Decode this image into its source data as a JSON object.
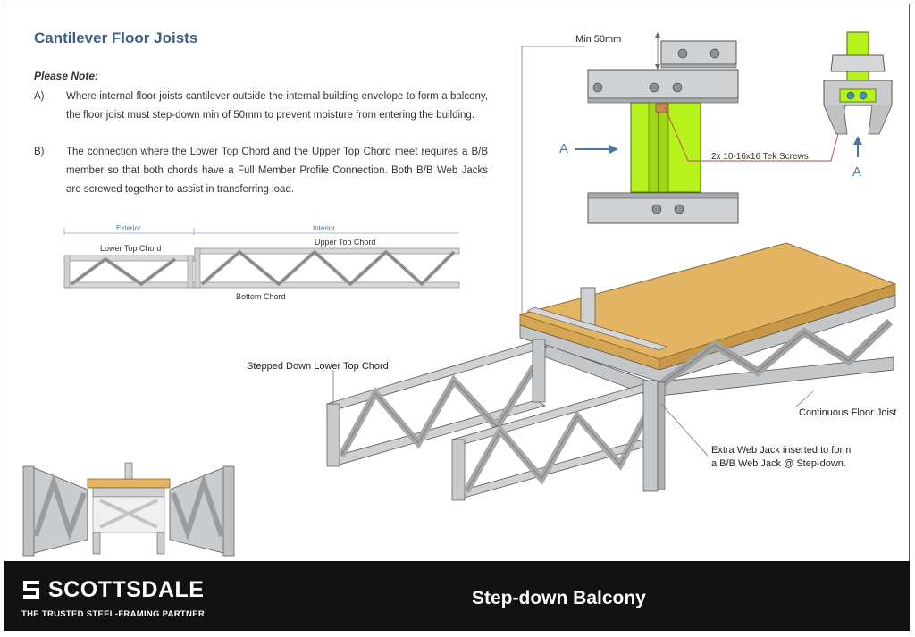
{
  "page": {
    "title": "Cantilever Floor Joists",
    "note_label": "Please Note:",
    "notes": [
      {
        "letter": "A)",
        "text": "Where internal floor joists cantilever outside the internal building envelope to form a balcony, the floor joist must step-down min of 50mm to prevent moisture from entering the building."
      },
      {
        "letter": "B)",
        "text": "The connection where the Lower Top Chord and the Upper Top Chord meet requires a B/B member so that both chords have a Full Member Profile Connection. Both B/B Web Jacks are screwed together to assist in transferring load."
      }
    ]
  },
  "truss_diagram": {
    "exterior_label": "Exterior",
    "interior_label": "Interior",
    "lower_top_chord": "Lower Top Chord",
    "upper_top_chord": "Upper Top Chord",
    "bottom_chord": "Bottom Chord"
  },
  "detail_view": {
    "min_label": "Min 50mm",
    "screws_label": "2x 10-16x16 Tek Screws",
    "section_marker_left": "A",
    "section_marker_right": "A"
  },
  "isometric": {
    "stepped_down_label": "Stepped Down Lower Top Chord",
    "continuous_label": "Continuous Floor Joist",
    "extra_web_jack_line1": "Extra Web Jack inserted to form",
    "extra_web_jack_line2": "a B/B Web Jack @ Step-down."
  },
  "footer": {
    "brand": "SCOTTSDALE",
    "tagline": "THE TRUSTED STEEL-FRAMING PARTNER",
    "title": "Step-down Balcony"
  },
  "colors": {
    "title_blue": "#3a5f86",
    "accent_green": "#b7f21c",
    "leader_red": "#c0404a",
    "arrow_blue": "#4a76a8",
    "steel_grey": "#c4c6c8",
    "osb_tan": "#e3b461",
    "footer_bg": "#111111"
  }
}
